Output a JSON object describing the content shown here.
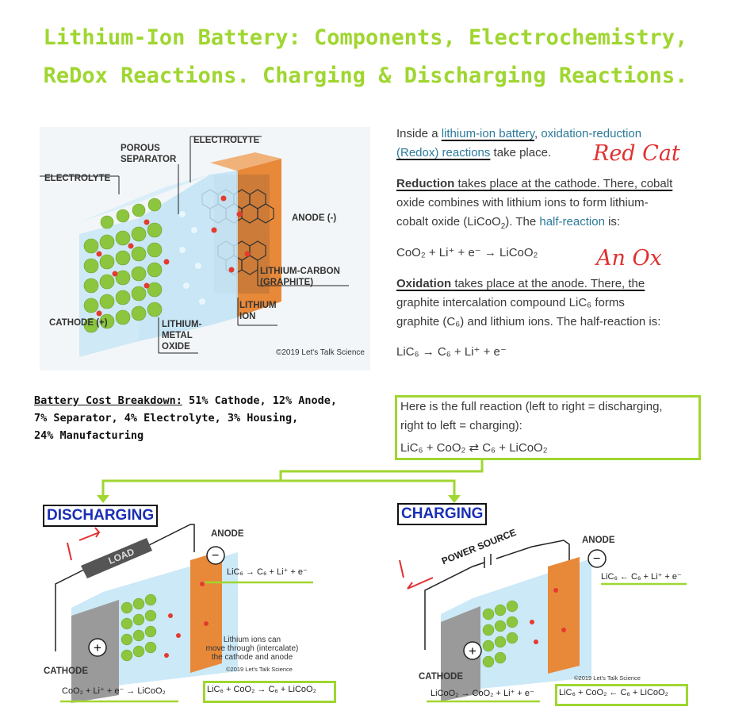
{
  "title": {
    "line1": "Lithium-Ion Battery: Components, Electrochemistry,",
    "line2": "ReDox Reactions. Charging & Discharging Reactions."
  },
  "diagram": {
    "labels": {
      "porous_separator_1": "POROUS",
      "porous_separator_2": "SEPARATOR",
      "electrolyte_top": "ELECTROLYTE",
      "electrolyte_left": "ELECTROLYTE",
      "anode": "ANODE (-)",
      "lithium_carbon_1": "LITHIUM-CARBON",
      "lithium_carbon_2": "(GRAPHITE)",
      "lithium_ion_1": "LITHIUM",
      "lithium_ion_2": "ION",
      "cathode": "CATHODE (+)",
      "lmo_1": "LITHIUM-",
      "lmo_2": "METAL",
      "lmo_3": "OXIDE",
      "credit": "©2019 Let's Talk Science"
    }
  },
  "text": {
    "p1a": "Inside a ",
    "p1_link": "lithium-ion battery",
    "p1b": ", ",
    "p1_link2a": "oxidation-reduction",
    "p1_link2b": "(Redox) reactions",
    "p1c": " take place.",
    "p2_bold": "Reduction",
    "p2a": " takes place at the cathode. There, cobalt",
    "p2b": "oxide combines with lithium ions to form lithium-",
    "p2c": "cobalt oxide (LiCoO",
    "p2d": "). The ",
    "p2_link": "half-reaction",
    "p2e": " is:",
    "eq1": "CoO₂ + Li⁺ + e⁻ → LiCoO₂",
    "p3_bold": "Oxidation",
    "p3a": " takes place at the anode. There, the",
    "p3b": "graphite intercalation compound LiC₆ forms",
    "p3c": "graphite (C₆) and lithium ions. The half-reaction is:",
    "eq2": "LiC₆ → C₆ + Li⁺ + e⁻",
    "hand1": "Red Cat",
    "hand2": "An Ox"
  },
  "cost": {
    "heading": "Battery Cost Breakdown:",
    "line1": " 51% Cathode, 12% Anode,",
    "line2": "7% Separator, 4% Electrolyte, 3% Housing,",
    "line3": "24% Manufacturing"
  },
  "full_reaction": {
    "line1": "Here is the full reaction (left to right = discharging,",
    "line2": "right to left = charging):",
    "eq": "LiC₆ + CoO₂ ⇄ C₆ + LiCoO₂"
  },
  "discharging": {
    "title": "DISCHARGING",
    "load": "LOAD",
    "anode": "ANODE",
    "anode_eq": "LiC₆ → C₆ + Li⁺ + e⁻",
    "note1": "Lithium ions can",
    "note2": "move through (intercalate)",
    "note3": "the cathode and anode",
    "credit": "©2019 Let's Talk Science",
    "cathode": "CATHODE",
    "cathode_eq": "CoO₂ + Li⁺ + e⁻ → LiCoO₂",
    "full_eq": "LiC₆ + CoO₂ → C₆ + LiCoO₂",
    "hand": "I"
  },
  "charging": {
    "title": "CHARGING",
    "source": "POWER SOURCE",
    "anode": "ANODE",
    "anode_eq": "LiC₆ ← C₆ + Li⁺ + e⁻",
    "credit": "©2019 Let's Talk Science",
    "cathode": "CATHODE",
    "cathode_eq": "LiCoO₂ → CoO₂ + Li⁺ + e⁻",
    "full_eq": "LiC₆ + CoO₂ ← C₆ + LiCoO₂",
    "hand": "I"
  },
  "colors": {
    "title_green": "#9fd630",
    "link_blue": "#2b7a9a",
    "mode_blue": "#1a2fb5",
    "hand_red": "#e03030",
    "anode_orange": "#e8893a",
    "cathode_green": "#8cc63f",
    "electrolyte_blue": "#bfe3f5"
  }
}
